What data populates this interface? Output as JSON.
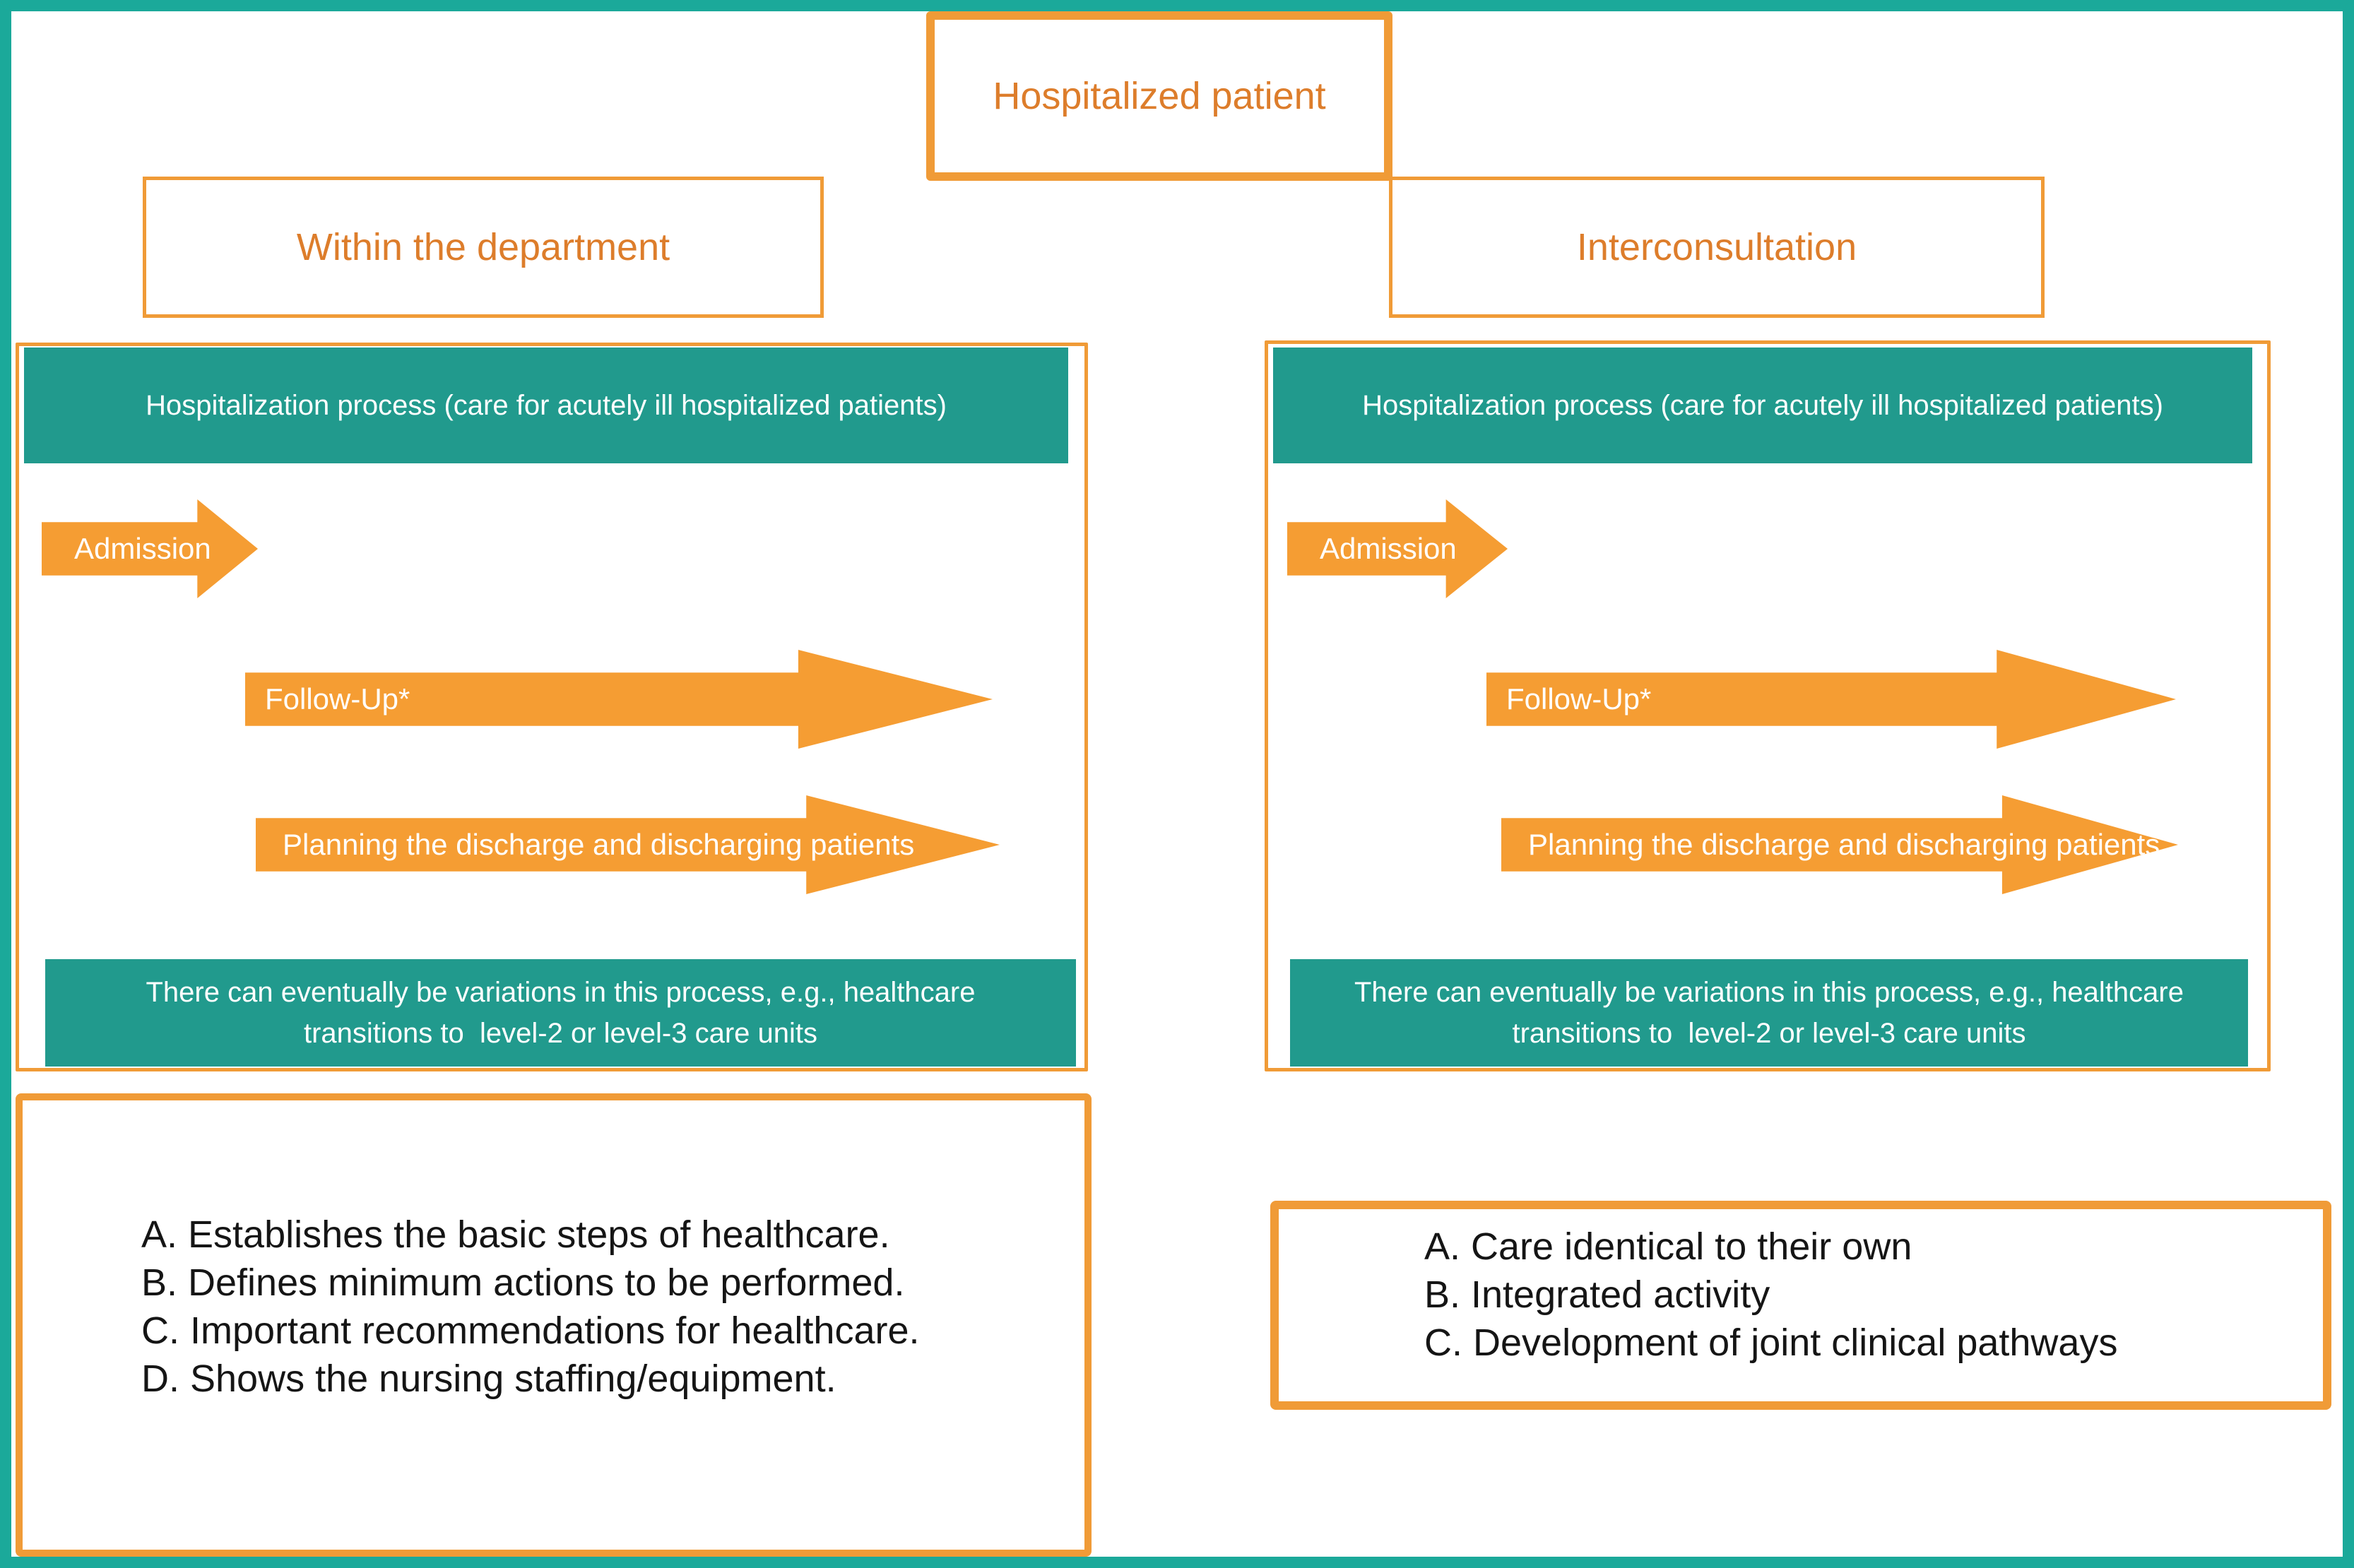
{
  "colors": {
    "frame_teal": "#1BA99A",
    "banner_teal": "#219A8D",
    "border_orange": "#F09B37",
    "arrow_orange": "#F59D33",
    "heading_orange": "#DD7D2B",
    "note_text": "#151515"
  },
  "title_box": {
    "label": "Hospitalized patient"
  },
  "columns": {
    "left": {
      "header": "Within the department",
      "process_banner": "Hospitalization process (care for acutely ill hospitalized patients)",
      "admission_arrow": "Admission",
      "follow_up_arrow": "Follow-Up*",
      "discharge_arrow": "Planning the discharge and discharging patients",
      "variation_line1": "There can eventually be variations in this process, e.g., healthcare",
      "variation_line2": "transitions to  level-2 or level-3 care units"
    },
    "right": {
      "header": "Interconsultation",
      "process_banner": "Hospitalization process (care for acutely ill hospitalized patients)",
      "admission_arrow": "Admission",
      "follow_up_arrow": "Follow-Up*",
      "discharge_arrow": "Planning the discharge and discharging patients",
      "variation_line1": "There can eventually be variations in this process, e.g., healthcare",
      "variation_line2": "transitions to  level-2 or level-3 care units"
    }
  },
  "notes": {
    "left": {
      "items": [
        "A. Establishes the basic steps of healthcare.",
        "B. Defines minimum actions to be performed.",
        "C. Important recommendations for healthcare.",
        "D. Shows the nursing staffing/equipment."
      ]
    },
    "right": {
      "items": [
        "A. Care identical to their own",
        "B. Integrated activity",
        "C. Development of joint clinical pathways"
      ]
    }
  }
}
